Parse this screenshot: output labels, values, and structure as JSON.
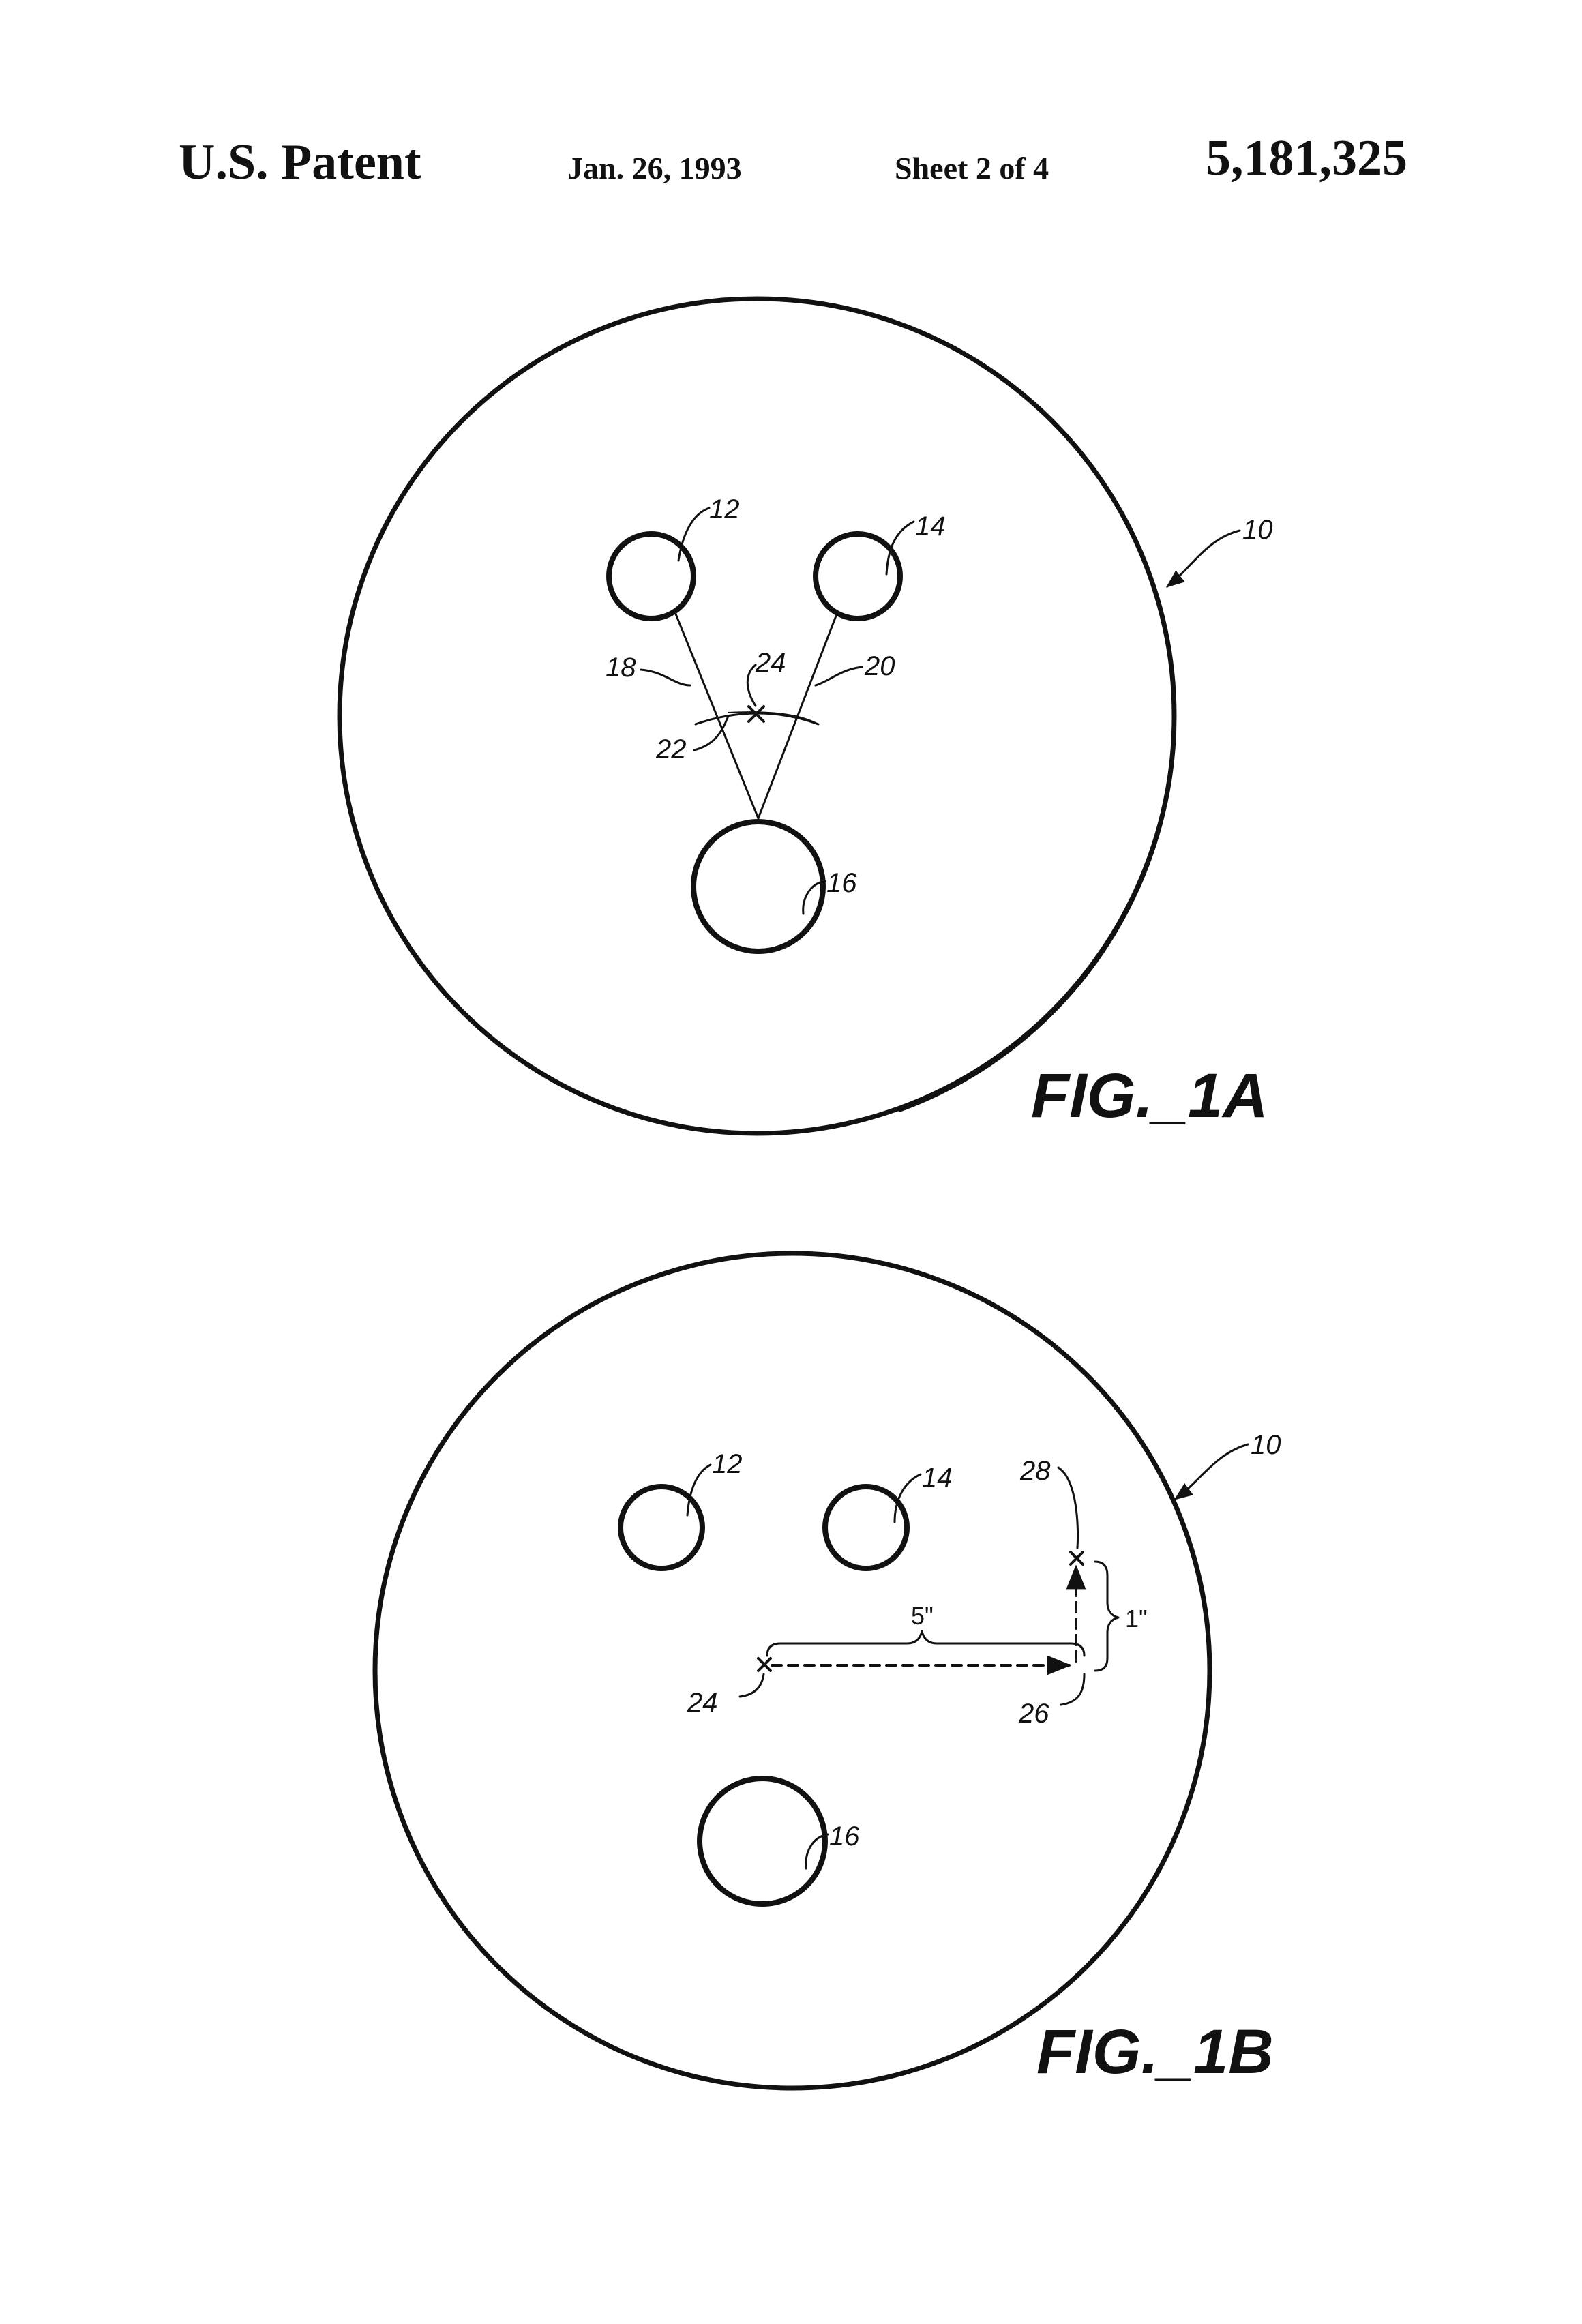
{
  "header": {
    "label": "U.S. Patent",
    "date": "Jan. 26, 1993",
    "sheet": "Sheet 2 of 4",
    "number": "5,181,325"
  },
  "figures": [
    {
      "label": "FIG._1A",
      "refs": {
        "ball": "10",
        "hole_a": "12",
        "hole_b": "14",
        "thumb_hole": "16",
        "line_a": "18",
        "line_b": "20",
        "arc": "22",
        "point": "24"
      }
    },
    {
      "label": "FIG._1B",
      "refs": {
        "ball": "10",
        "hole_a": "12",
        "hole_b": "14",
        "thumb_hole": "16",
        "start_point": "24",
        "mid_point": "26",
        "end_point": "28"
      },
      "dimensions": {
        "horizontal": "5\"",
        "vertical": "1\""
      }
    }
  ],
  "colors": {
    "ink": "#111111",
    "paper": "#ffffff"
  }
}
